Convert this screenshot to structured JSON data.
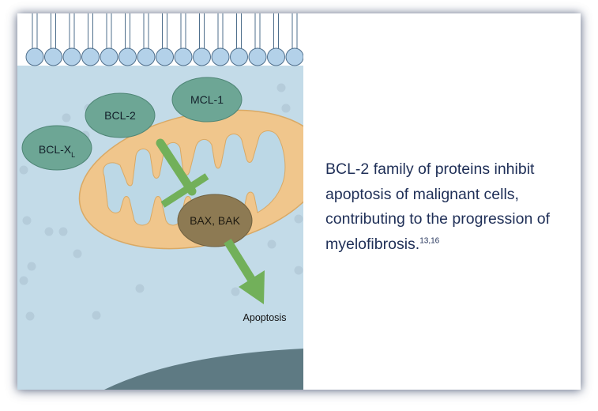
{
  "diagram": {
    "proteins": {
      "bcl2": "BCL-2",
      "mcl1": "MCL-1",
      "bclxl_main": "BCL-X",
      "bclxl_sub": "L",
      "bax_bak": "BAX, BAK"
    },
    "outcome": "Apoptosis",
    "colors": {
      "cytoplasm": "#c3dbe8",
      "membrane_bead": "#b3d1e9",
      "membrane_stroke": "#4f6f8c",
      "mitochondrion": "#f0c68c",
      "mito_stroke": "#d9a965",
      "inhibitor_protein": "#6da695",
      "inhibitor_stroke": "#4e8575",
      "bax_bak": "#8d7a53",
      "arrow": "#72b05a",
      "nucleus": "#5e7a83"
    }
  },
  "caption": {
    "text": "BCL-2 family of proteins inhibit apoptosis of malignant cells, contributing to the progression of myelofibrosis.",
    "refs": "13,16"
  }
}
